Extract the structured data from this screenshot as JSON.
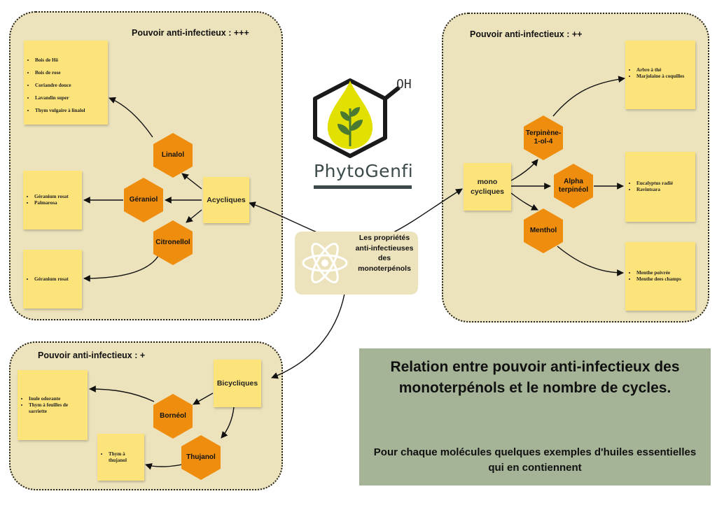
{
  "panels": {
    "strong": {
      "title": "Pouvoir anti-infectieux : +++"
    },
    "medium": {
      "title": "Pouvoir anti-infectieux : ++"
    },
    "weak": {
      "title": "Pouvoir anti-infectieux : +"
    }
  },
  "logo": {
    "name": "PhytoGenfi",
    "formula": "OH",
    "colors": {
      "drop": "#e1e000",
      "leaf": "#4a7a32",
      "text": "#3d4a4b"
    }
  },
  "center": {
    "label": "Les propriétés anti-infectieuses des monoterpénols"
  },
  "categories": {
    "acyclic": "Acycliques",
    "monocyclic": "mono cycliques",
    "bicyclic": "Bicycliques"
  },
  "molecules": {
    "linalol": "Linalol",
    "geraniol": "Géraniol",
    "citronellol": "Citronellol",
    "terpinen": "Terpinène-1-ol-4",
    "alpha": "Alpha terpinéol",
    "menthol": "Menthol",
    "borneol": "Bornéol",
    "thujanol": "Thujanol"
  },
  "oils": {
    "linalol": [
      "Bois de Hô",
      "Bois de rose",
      "Coriandre douce",
      "Lavandin super",
      "Thym vulgaire à linalol"
    ],
    "geraniol": [
      "Géranium rosat",
      "Palmarosa"
    ],
    "citronellol": [
      "Géranium rosat"
    ],
    "terpinen": [
      "Arbre à thé",
      "Marjolaine à coquilles"
    ],
    "alpha": [
      "Eucalyptus radié",
      "Ravintsara"
    ],
    "menthol": [
      "Menthe poivrée",
      "Menthe dees champs"
    ],
    "borneol": [
      "Inule odorante",
      "Thym à feuilles de sarriette"
    ],
    "thujanol": [
      "Thym à thujanol"
    ]
  },
  "info": {
    "title": "Relation entre pouvoir anti-infectieux des monoterpénols et le nombre de cycles.",
    "subtitle": "Pour chaque molécules quelques exemples d'huiles essentielles qui en contiennent"
  },
  "colors": {
    "panel": "#ece3bd",
    "note": "#fde47a",
    "hexagon": "#ef8e0e",
    "info_box": "#a5b397"
  }
}
